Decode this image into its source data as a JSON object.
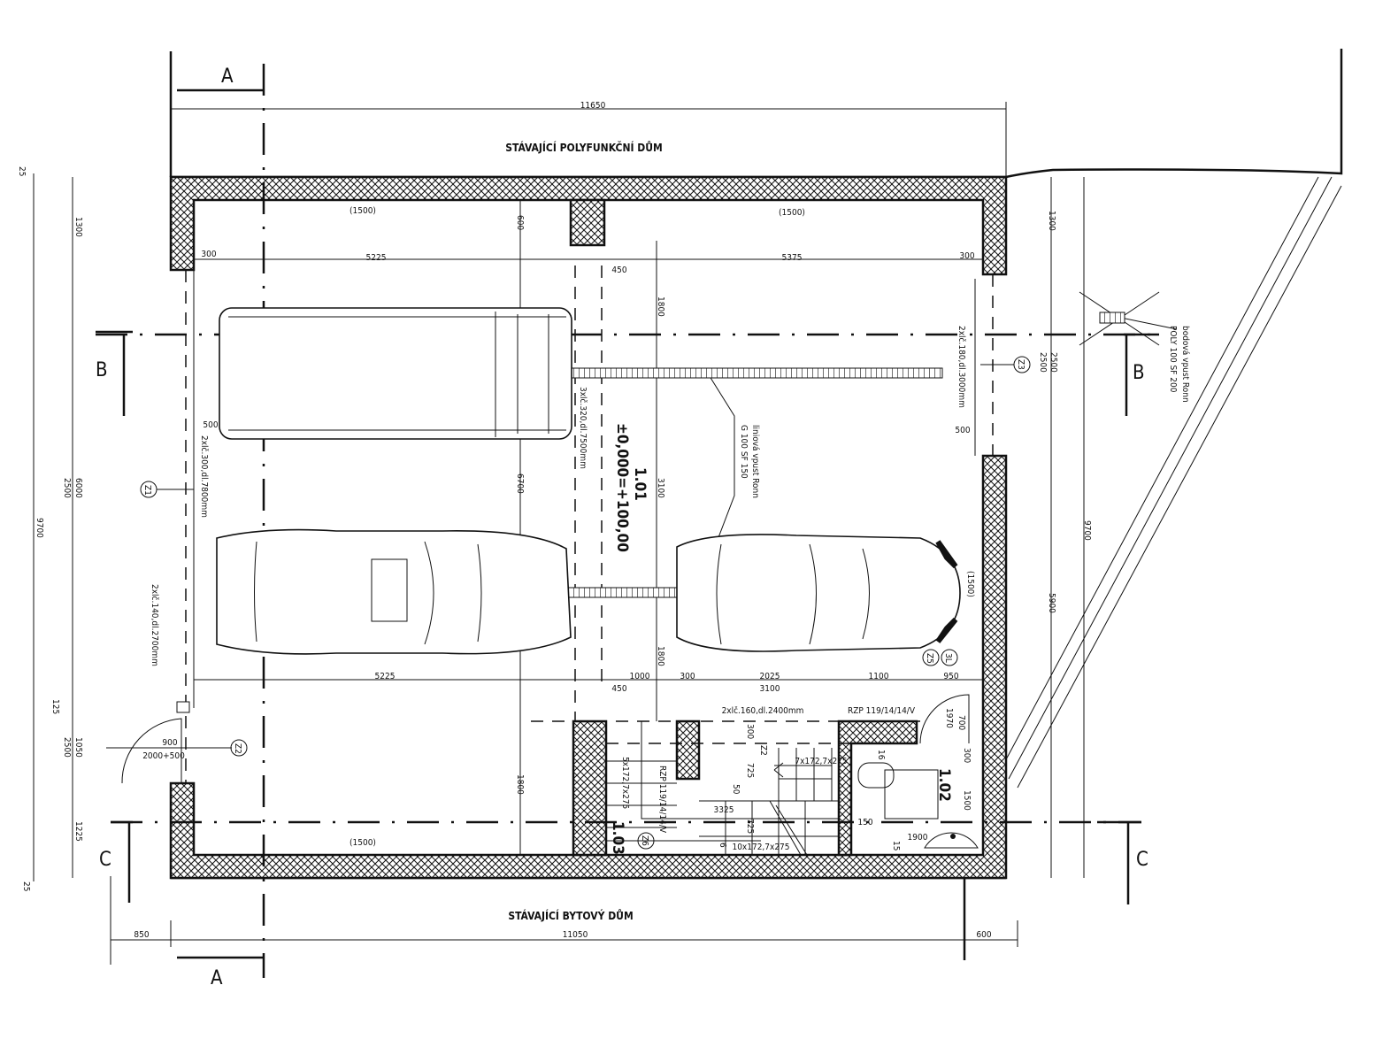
{
  "buildings": {
    "top": "STÁVAJÍCÍ POLYFUNKČNÍ DŮM",
    "bottom": "STÁVAJÍCÍ BYTOVÝ DŮM"
  },
  "sections": {
    "a": "A",
    "b": "B",
    "c": "C"
  },
  "rooms": {
    "garage_number": "1.01",
    "garage_level": "±0,000=+100,00",
    "wc_number": "1.02",
    "stair_number": "1.03"
  },
  "dimensions": {
    "top_total": "11650",
    "bottom_left": "850",
    "bottom_total": "11050",
    "bottom_right": "600",
    "upper_row": [
      "300",
      "5225",
      "450",
      "5375",
      "300"
    ],
    "lower_row": [
      "5225",
      "1000",
      "300",
      "2025",
      "1100",
      "950"
    ],
    "lower_row_2": [
      "450",
      "3100"
    ],
    "left_col": [
      "25",
      "1300",
      "6000",
      "2500",
      "9700",
      "125",
      "1050",
      "2500",
      "1225",
      "25"
    ],
    "right_col": [
      "1300",
      "2500",
      "2500",
      "9700",
      "5900"
    ],
    "interior": [
      "600",
      "6700",
      "1800",
      "1800",
      "3100",
      "1800"
    ],
    "side_offsets": [
      "500",
      "500"
    ],
    "door": [
      "900",
      "2000+500"
    ],
    "stair": [
      "300",
      "725",
      "50",
      "3325",
      "725",
      "6",
      "16",
      "15",
      "150",
      "1900",
      "700",
      "1970",
      "300",
      "1500"
    ]
  },
  "notes": {
    "slope": [
      "(1500)",
      "(1500)",
      "(1500)",
      "(1500)"
    ],
    "lintel_left": "2xlč.300,dl.7800mm",
    "lintel_door": "2xlč.140,dl.2700mm",
    "lintel_right": "2xlč.180,dl.3000mm",
    "lintel_mid": "3xlč.320,dl.7500mm",
    "lintel_stair": "2xlč.160,dl.2400mm",
    "rzp_1": "RZP 119/14/14/V",
    "rzp_2": "RZP 119/14/14/V",
    "linear_drain": [
      "liniová vpust Ronn",
      "G 100 SF 150"
    ],
    "point_drain": [
      "bodová vpust Ronn",
      "POLY 100 SF 200"
    ],
    "stairs": [
      "5x172,7x275",
      "7x172,7x275",
      "10x172,7x275"
    ],
    "z_stair": "Z2"
  },
  "markers": [
    "Z1",
    "Z2",
    "Z3",
    "Z5",
    "3L",
    "Z6"
  ]
}
